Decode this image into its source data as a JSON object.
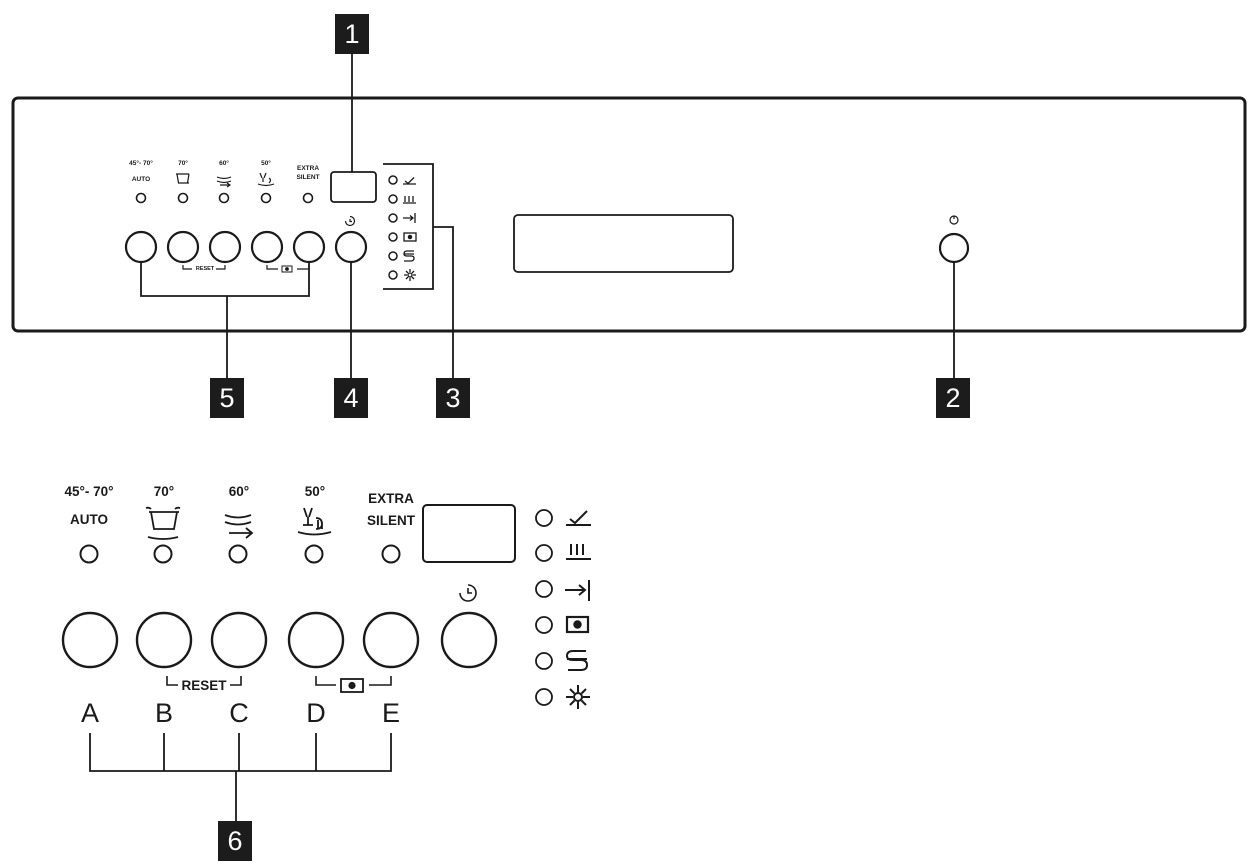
{
  "callouts": {
    "display": "1",
    "power": "2",
    "indicators": "3",
    "delay": "4",
    "programs": "5",
    "detail_buttons": "6"
  },
  "programs": [
    {
      "temp": "45°- 70°",
      "name": "AUTO",
      "icon": "auto-program-label",
      "letter": "A"
    },
    {
      "temp": "70°",
      "name": "",
      "icon": "pot-icon",
      "letter": "B"
    },
    {
      "temp": "60°",
      "name": "",
      "icon": "eco-arrow-icon",
      "letter": "C"
    },
    {
      "temp": "50°",
      "name": "",
      "icon": "glass-plate-icon",
      "letter": "D"
    },
    {
      "temp": "EXTRA",
      "name": "SILENT",
      "icon": "extra-silent-label",
      "letter": "E"
    }
  ],
  "reset_label": "RESET",
  "delay_icon": "timer-icon",
  "power_icon": "power-icon",
  "indicators": [
    {
      "icon": "wash-end-icon"
    },
    {
      "icon": "rinse-aid-icon"
    },
    {
      "icon": "delay-arrow-icon"
    },
    {
      "icon": "half-load-icon"
    },
    {
      "icon": "salt-icon"
    },
    {
      "icon": "sun-dry-icon"
    }
  ],
  "colors": {
    "ink": "#1a1a1a",
    "callout_bg": "#1c1c1c",
    "callout_fg": "#ffffff"
  }
}
